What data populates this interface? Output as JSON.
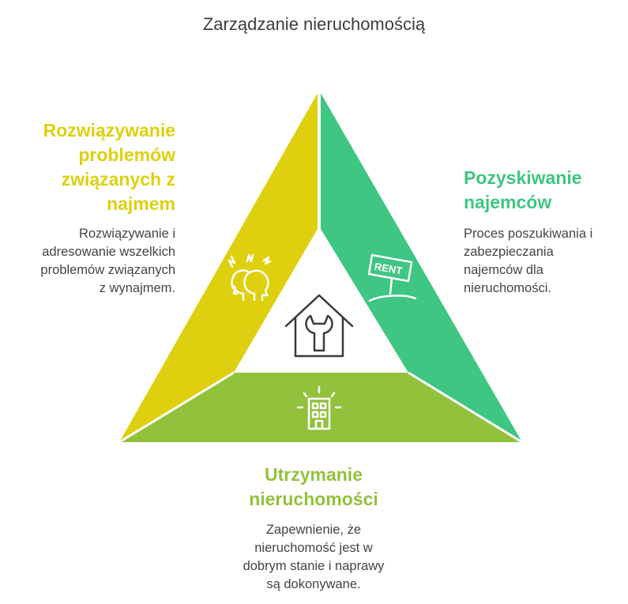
{
  "title": "Zarządzanie nieruchomością",
  "colors": {
    "yellow": "#ded00e",
    "green": "#3ec682",
    "lime": "#92c13c",
    "text": "#444444"
  },
  "sections": {
    "left": {
      "heading": "Rozwiązywanie problemów związanych z najmem",
      "lines": [
        "Rozwiązywanie",
        "problemów",
        "związanych z",
        "najmem"
      ],
      "desc_lines": [
        "Rozwiązywanie i",
        "adresowanie wszelkich",
        "problemów związanych",
        "z wynajmem."
      ],
      "icon": "stressed-people-icon"
    },
    "right": {
      "lines": [
        "Pozyskiwanie",
        "najemców"
      ],
      "desc_lines": [
        "Proces poszukiwania i",
        "zabezpieczania",
        "najemców dla",
        "nieruchomości."
      ],
      "icon": "rent-sign-icon",
      "sign_text": "RENT"
    },
    "bottom": {
      "lines": [
        "Utrzymanie",
        "nieruchomości"
      ],
      "desc_lines": [
        "Zapewnienie, że",
        "nieruchomość jest w",
        "dobrym stanie i naprawy",
        "są dokonywane."
      ],
      "icon": "building-icon"
    },
    "center": {
      "icon": "house-wrench-icon"
    }
  }
}
